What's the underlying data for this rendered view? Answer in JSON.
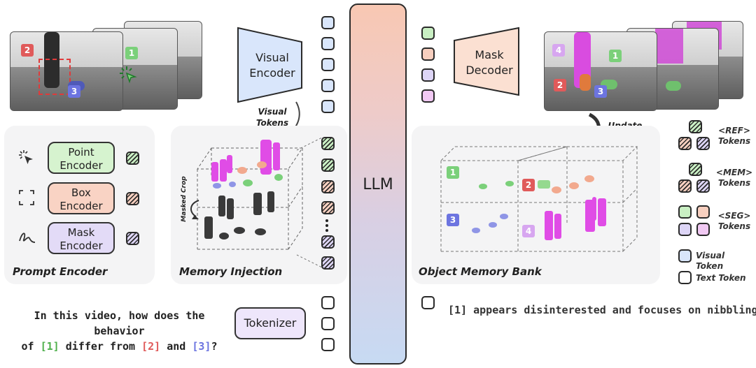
{
  "left_frames": {
    "badges": [
      "2",
      "1",
      "3"
    ]
  },
  "right_frames": {
    "badges": [
      "4",
      "1",
      "2",
      "3"
    ]
  },
  "visual_encoder": {
    "label": "Visual Encoder"
  },
  "visual_tokens_label": "Visual Tokens",
  "mask_decoder": {
    "label": "Mask Decoder"
  },
  "update_memory_label": "Update Memory",
  "llm": {
    "label": "LLM"
  },
  "prompt_encoder": {
    "title": "Prompt Encoder",
    "items": [
      {
        "label": "Point Encoder",
        "icon": "cursor-click-icon"
      },
      {
        "label": "Box Encoder",
        "icon": "box-corners-icon"
      },
      {
        "label": "Mask Encoder",
        "icon": "scribble-icon"
      }
    ]
  },
  "memory_injection": {
    "title": "Memory Injection",
    "side_label": "Masked Crop"
  },
  "object_memory_bank": {
    "title": "Object Memory Bank",
    "badges": [
      "1",
      "2",
      "3",
      "4"
    ]
  },
  "legend": {
    "ref": "<REF> Tokens",
    "mem": "<MEM> Tokens",
    "seg": "<SEG> Tokens",
    "visual": "Visual Token",
    "text": "Text Token"
  },
  "question": {
    "line1": "In this video, how does the behavior",
    "line2_parts": [
      "of ",
      "[1]",
      " differ from ",
      "[2]",
      " and ",
      "[3]",
      "?"
    ]
  },
  "tokenizer": {
    "label": "Tokenizer"
  },
  "answer": {
    "text": "[1] appears disinterested and focuses on nibbling"
  },
  "colors": {
    "green": "#7bd07a",
    "orange": "#f2a98e",
    "purple": "#b9a7ef",
    "blue": "#cfe0fb",
    "magenta": "#e04ce6"
  }
}
